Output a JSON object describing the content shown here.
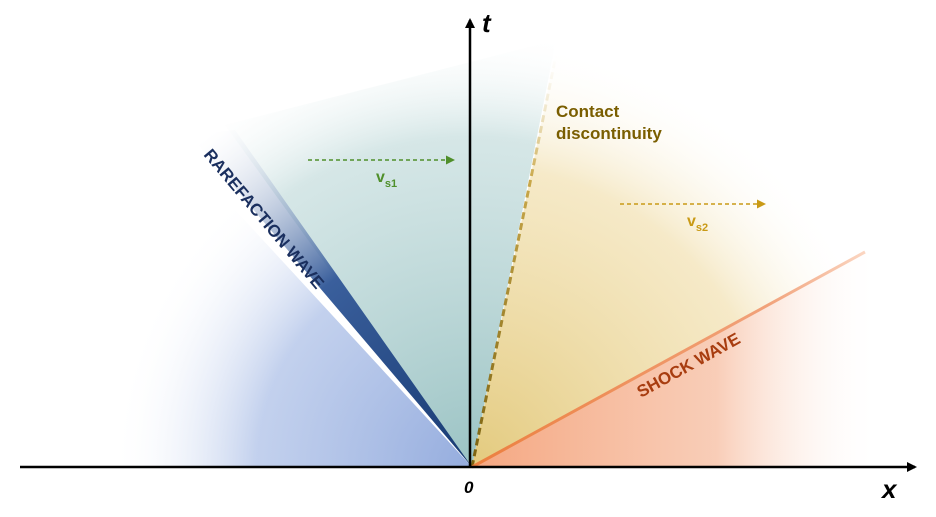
{
  "axes": {
    "x_label": "x",
    "t_label": "t",
    "origin_label": "0"
  },
  "labels": {
    "rarefaction": "RAREFACTION WAVE",
    "contact_line1": "Contact",
    "contact_line2": "discontinuity",
    "shock": "SHOCK WAVE"
  },
  "velocities": {
    "vs1_main": "v",
    "vs1_sub": "s1",
    "vs2_main": "v",
    "vs2_sub": "s2"
  },
  "colors": {
    "rarefaction_region": "#8fa8dc",
    "rarefaction_fan": "#1e3f78",
    "rarefaction_text": "#1a2f5e",
    "intermediate_region": "#8fbcbd",
    "contact_line": "#8a6f10",
    "contact_text": "#7a5e00",
    "vs1_arrow": "#4f8f2a",
    "vs2_arrow": "#c99a16",
    "star_region": "#e8cf86",
    "shock_region": "#f2a47a",
    "shock_line": "#ee8a4e",
    "shock_text": "#a83d10"
  }
}
